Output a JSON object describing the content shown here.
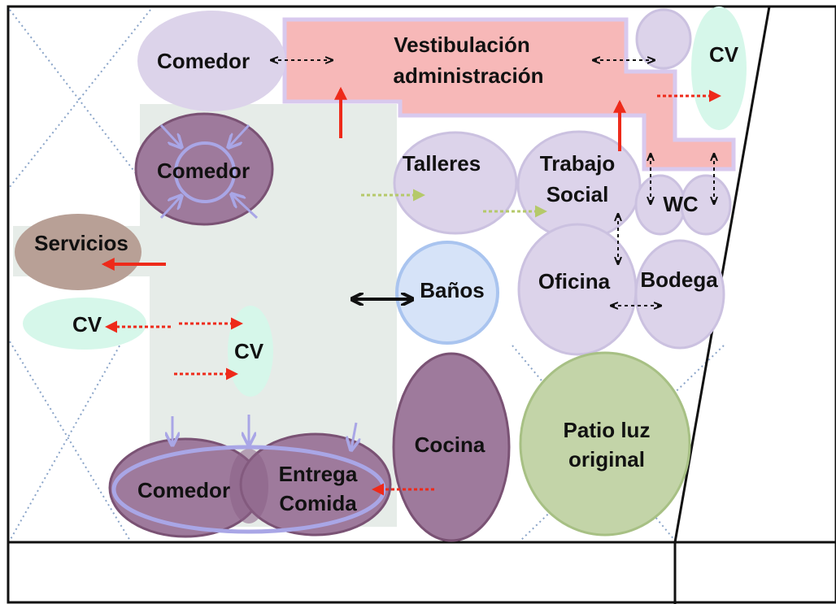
{
  "diagram": {
    "title": "",
    "colors": {
      "lilac": "#dcd3ea",
      "lilac_stroke": "#cbc1e0",
      "plum": "#9e7a9c",
      "plum_stroke": "#7a5274",
      "salmon": "#f7b8b8",
      "salmon_stroke": "#d8c9ee",
      "mint": "#d6f7ea",
      "corridor": "#e6ece8",
      "tan": "#b8a096",
      "blue_light": "#d6e3f8",
      "blue_stroke": "#a9c4ef",
      "olive": "#c3d4a8",
      "olive_stroke": "#a7c084",
      "arrow_red": "#ee2a1a",
      "arrow_green": "#b5c96a",
      "arrow_blue": "#a9a6e6",
      "dotted_blue": "#8aa4c8"
    },
    "labels": {
      "comedor_top": "Comedor",
      "vestibulacion_1": "Vestibulación",
      "vestibulacion_2": "administración",
      "cv_top_right": "CV",
      "comedor_center": "Comedor",
      "talleres": "Talleres",
      "trabajo_social_1": "Trabajo",
      "trabajo_social_2": "Social",
      "wc": "WC",
      "servicios": "Servicios",
      "banos": "Baños",
      "oficina": "Oficina",
      "bodega": "Bodega",
      "cv_left": "CV",
      "cv_middle": "CV",
      "cocina": "Cocina",
      "patio_1": "Patio luz",
      "patio_2": "original",
      "comedor_bottom": "Comedor",
      "entrega_1": "Entrega",
      "entrega_2": "Comida"
    }
  }
}
